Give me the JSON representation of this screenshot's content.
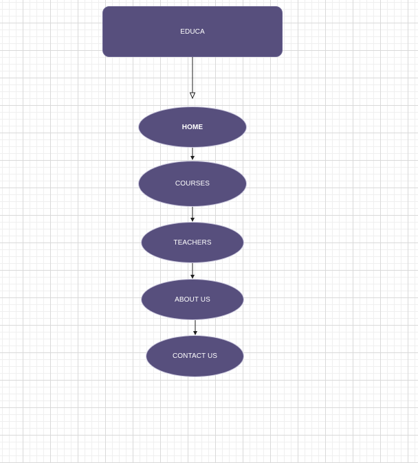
{
  "diagram": {
    "fill_color": "#574f7d",
    "line_color": "#1f1f1f",
    "nodes": [
      {
        "id": "educa",
        "label": "EDUCA",
        "shape": "rounded-rectangle"
      },
      {
        "id": "home",
        "label": "HOME",
        "shape": "ellipse"
      },
      {
        "id": "courses",
        "label": "COURSES",
        "shape": "ellipse"
      },
      {
        "id": "teachers",
        "label": "TEACHERS",
        "shape": "ellipse"
      },
      {
        "id": "about",
        "label": "ABOUT US",
        "shape": "ellipse"
      },
      {
        "id": "contact",
        "label": "CONTACT US",
        "shape": "ellipse"
      }
    ],
    "edges": [
      {
        "from": "educa",
        "to": "home",
        "arrow": "open-triangle"
      },
      {
        "from": "home",
        "to": "courses",
        "arrow": "filled"
      },
      {
        "from": "courses",
        "to": "teachers",
        "arrow": "filled"
      },
      {
        "from": "teachers",
        "to": "about",
        "arrow": "filled"
      },
      {
        "from": "about",
        "to": "contact",
        "arrow": "filled"
      }
    ]
  }
}
